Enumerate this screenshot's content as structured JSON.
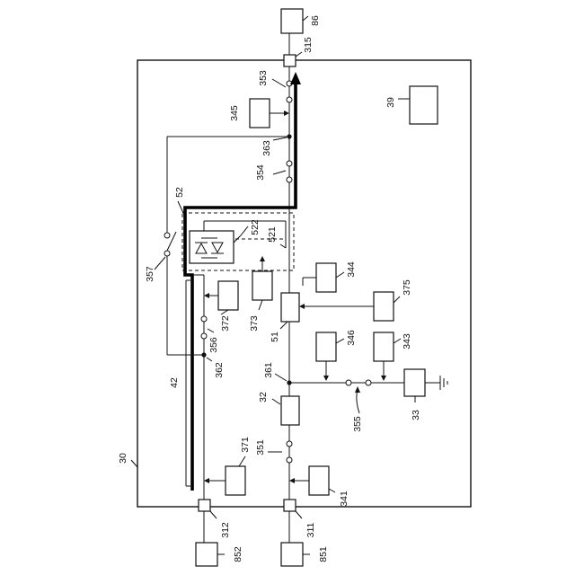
{
  "diagram": {
    "labels": {
      "l30": "30",
      "l39": "39",
      "l42": "42",
      "l52": "52",
      "l51": "51",
      "l32": "32",
      "l33": "33",
      "l86": "86",
      "l315": "315",
      "l353": "353",
      "l345": "345",
      "l363": "363",
      "l354": "354",
      "l357": "357",
      "l522": "522",
      "l521": "521",
      "l344": "344",
      "l375": "375",
      "l373": "373",
      "l372": "372",
      "l356": "356",
      "l346": "346",
      "l343": "343",
      "l362": "362",
      "l361": "361",
      "l355": "355",
      "l351": "351",
      "l371": "371",
      "l341": "341",
      "l312": "312",
      "l311": "311",
      "l852": "852",
      "l851": "851"
    }
  }
}
